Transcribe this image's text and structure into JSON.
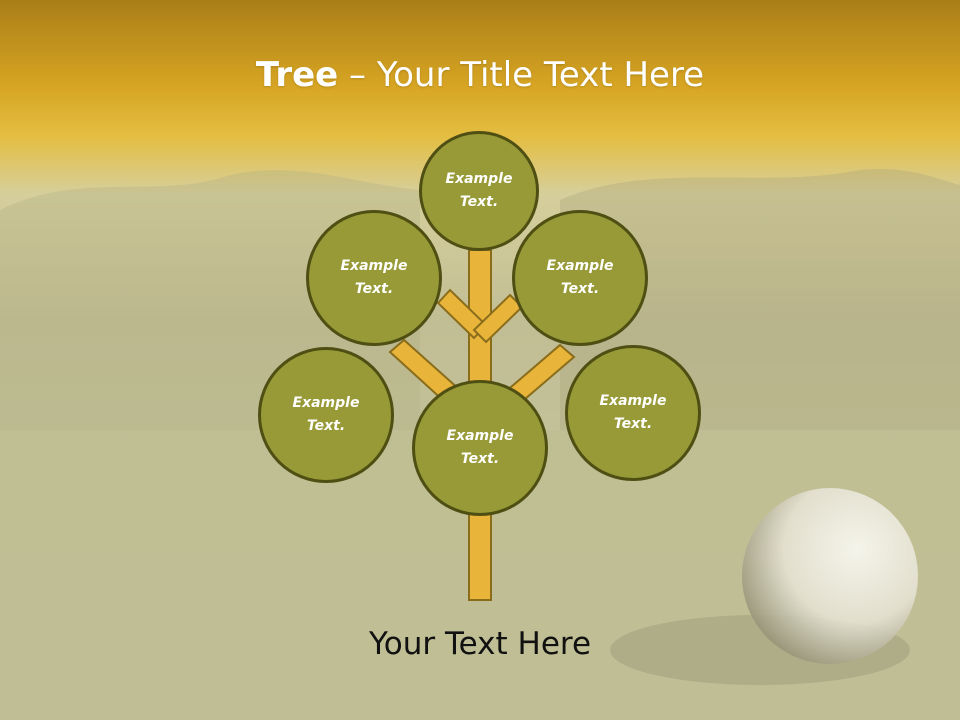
{
  "slide": {
    "title_bold": "Tree",
    "title_rest": " – Your Title Text Here",
    "bottom_text": "Your Text Here"
  },
  "nodes": [
    {
      "id": "top",
      "text": "Example Text."
    },
    {
      "id": "upper-left",
      "text": "Example Text."
    },
    {
      "id": "upper-right",
      "text": "Example Text."
    },
    {
      "id": "lower-left",
      "text": "Example Text."
    },
    {
      "id": "center",
      "text": "Example Text."
    },
    {
      "id": "lower-right",
      "text": "Example Text."
    }
  ],
  "colors": {
    "header": "#d8a827",
    "node_fill": "#979a36",
    "node_border": "#4f4f14",
    "trunk": "#e8b43a"
  }
}
